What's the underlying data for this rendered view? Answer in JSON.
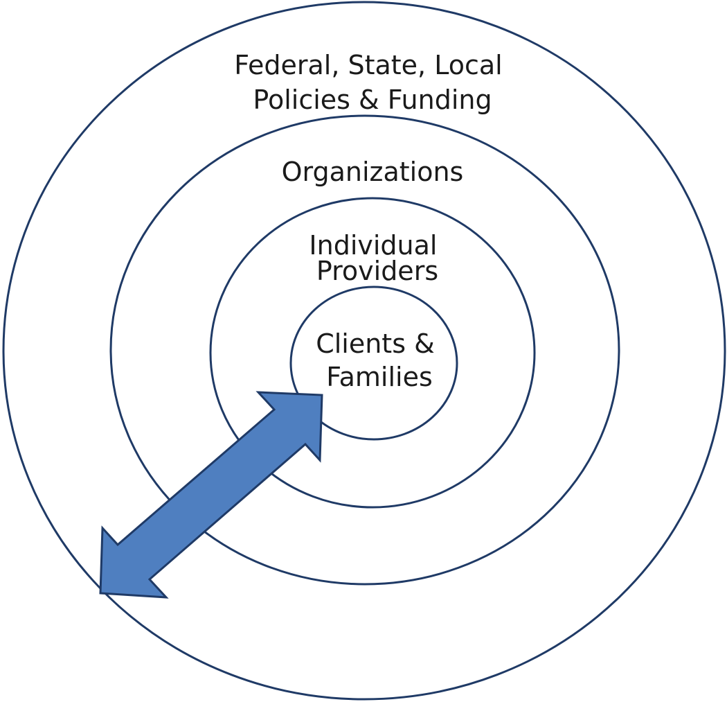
{
  "colors": {
    "ring_stroke": "#1f3a66",
    "arrow_fill": "#4f7fc0",
    "arrow_stroke": "#1f3a66",
    "text": "#1a1a1a",
    "background": "#ffffff"
  },
  "layers": {
    "outer": {
      "line1": "Federal, State, Local",
      "line2": "Policies & Funding"
    },
    "organizations": {
      "line1": "Organizations"
    },
    "providers": {
      "line1": "Individual",
      "line2": "Providers"
    },
    "clients": {
      "line1": "Clients &",
      "line2": "Families"
    }
  },
  "arrow": {
    "direction": "bidirectional"
  }
}
